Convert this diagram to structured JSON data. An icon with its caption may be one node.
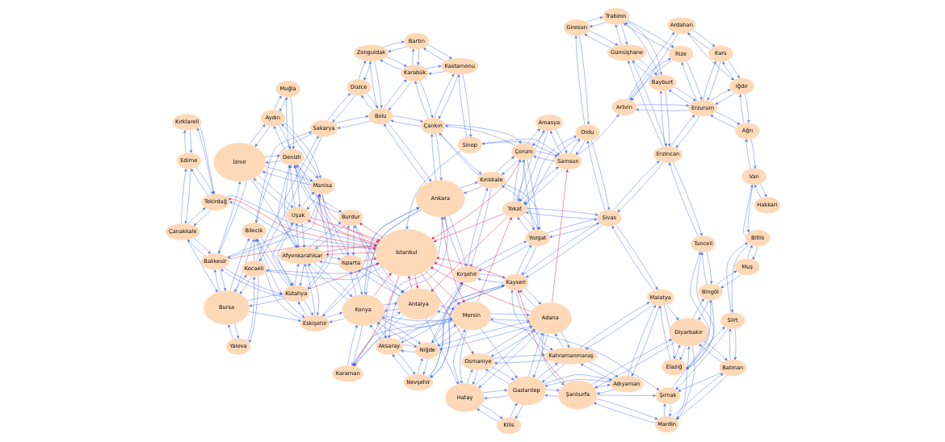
{
  "diagram": {
    "nodes": [
      {
        "text": [
          "Edirne"
        ]
      },
      {
        "text": [
          "Kırklareli"
        ]
      },
      {
        "text": [
          "Tekirdağ"
        ]
      },
      {
        "text": [
          "İstanbul"
        ]
      },
      {
        "text": [
          "Kocaeli"
        ]
      },
      {
        "text": [
          "Yalova"
        ]
      },
      {
        "text": [
          "Sakarya"
        ]
      },
      {
        "text": [
          "Bursa"
        ]
      },
      {
        "text": [
          "Çanakkale"
        ]
      },
      {
        "text": [
          "Balıkesir"
        ]
      },
      {
        "text": [
          "Bilecik"
        ]
      },
      {
        "text": [
          "Eskişehir"
        ]
      },
      {
        "text": [
          "Kütahya"
        ]
      },
      {
        "text": [
          "Zonguldak"
        ]
      },
      {
        "text": [
          "Bartın"
        ]
      },
      {
        "text": [
          "Karabük"
        ]
      },
      {
        "text": [
          "Kastamonu"
        ]
      },
      {
        "text": [
          "Düzce"
        ]
      },
      {
        "text": [
          "Bolu"
        ]
      },
      {
        "text": [
          "Çankırı"
        ]
      },
      {
        "text": [
          "Sinop"
        ]
      },
      {
        "text": [
          "Samsun"
        ]
      },
      {
        "text": [
          "Amasya"
        ]
      },
      {
        "text": [
          "Çorum"
        ]
      },
      {
        "text": [
          "Tokat"
        ]
      },
      {
        "text": [
          "Ordu"
        ]
      },
      {
        "text": [
          "Giresun"
        ]
      },
      {
        "text": [
          "Trabzon"
        ]
      },
      {
        "text": [
          "Rize"
        ]
      },
      {
        "text": [
          "Artvin"
        ]
      },
      {
        "text": [
          "Ardahan"
        ]
      },
      {
        "text": [
          "Kars"
        ]
      },
      {
        "text": [
          "Iğdır"
        ]
      },
      {
        "text": [
          "Gümüşhane"
        ]
      },
      {
        "text": [
          "Bayburt"
        ]
      },
      {
        "text": [
          "Erzurum"
        ]
      },
      {
        "text": [
          "Erzincan"
        ]
      },
      {
        "text": [
          "Ağrı"
        ]
      },
      {
        "text": [
          "Ankara"
        ]
      },
      {
        "text": [
          "Kırıkkale"
        ]
      },
      {
        "text": [
          "Yozgat"
        ]
      },
      {
        "text": [
          "Sivas"
        ]
      },
      {
        "text": [
          "Kırşehir"
        ]
      },
      {
        "text": [
          "Tunceli"
        ]
      },
      {
        "text": [
          "Bingöl"
        ]
      },
      {
        "text": [
          "Muş"
        ]
      },
      {
        "text": [
          "Elazığ"
        ]
      },
      {
        "text": [
          "Malatya"
        ]
      },
      {
        "text": [
          "Bitlis"
        ]
      },
      {
        "text": [
          "Van"
        ]
      },
      {
        "text": [
          "Manisa"
        ]
      },
      {
        "text": [
          "İzmir"
        ]
      },
      {
        "text": [
          "Uşak"
        ]
      },
      {
        "text": [
          "Afyonkarahisar"
        ]
      },
      {
        "text": [
          "Aydın"
        ]
      },
      {
        "text": [
          "Denizli"
        ]
      },
      {
        "text": [
          "Muğla"
        ]
      },
      {
        "text": [
          "Isparta"
        ]
      },
      {
        "text": [
          "Burdur"
        ]
      },
      {
        "text": [
          "Antalya"
        ]
      },
      {
        "text": [
          "Konya"
        ]
      },
      {
        "text": [
          "Karaman"
        ]
      },
      {
        "text": [
          "Nevşehir"
        ]
      },
      {
        "text": [
          "Kayseri"
        ]
      },
      {
        "text": [
          "Aksaray"
        ]
      },
      {
        "text": [
          "Niğde"
        ]
      },
      {
        "text": [
          "Mersin"
        ]
      },
      {
        "text": [
          "Adana"
        ]
      },
      {
        "text": [
          "Osmaniye"
        ]
      },
      {
        "text": [
          "Hatay"
        ]
      },
      {
        "text": [
          "Kahramanmaraş"
        ]
      },
      {
        "text": [
          "Gaziantep"
        ]
      },
      {
        "text": [
          "Kilis"
        ]
      },
      {
        "text": [
          "Adıyaman"
        ]
      },
      {
        "text": [
          "Şanlıurfa"
        ]
      },
      {
        "text": [
          "Diyarbakır"
        ]
      },
      {
        "text": [
          "Batman"
        ]
      },
      {
        "text": [
          "Siirt"
        ]
      },
      {
        "text": [
          "Mardin"
        ]
      },
      {
        "text": [
          "Şırnak"
        ]
      },
      {
        "text": [
          "Hakkari"
        ]
      }
    ],
    "edges": [
      {
        "from": 0,
        "to": 1,
        "arrow": "to"
      },
      {
        "from": 1,
        "to": 0,
        "arrow": "to"
      },
      {
        "from": 0,
        "to": 2,
        "arrow": "to"
      },
      {
        "from": 2,
        "to": 0,
        "arrow": "to"
      },
      {
        "from": 0,
        "to": 8,
        "arrow": "to"
      },
      {
        "from": 8,
        "to": 0,
        "arrow": "to"
      },
      {
        "from": 1,
        "to": 2,
        "arrow": "to"
      },
      {
        "from": 2,
        "to": 1,
        "arrow": "to"
      },
      {
        "from": 2,
        "to": 8,
        "arrow": "to"
      },
      {
        "from": 8,
        "to": 2,
        "arrow": "to"
      },
      {
        "from": 2,
        "to": 3,
        "arrow": "to"
      },
      {
        "from": 3,
        "to": 2,
        "arrow": "to"
      },
      {
        "from": 8,
        "to": 9,
        "arrow": "to"
      },
      {
        "from": 9,
        "to": 8,
        "arrow": "to"
      },
      {
        "from": 8,
        "to": 7,
        "arrow": "to"
      },
      {
        "from": 9,
        "to": 7,
        "arrow": "to"
      },
      {
        "from": 7,
        "to": 9,
        "arrow": "to"
      },
      {
        "from": 9,
        "to": 51,
        "arrow": "to"
      },
      {
        "from": 51,
        "to": 9,
        "arrow": "to"
      },
      {
        "from": 9,
        "to": 50,
        "arrow": "to"
      },
      {
        "from": 50,
        "to": 9,
        "arrow": "to"
      },
      {
        "from": 9,
        "to": 12,
        "arrow": "to"
      },
      {
        "from": 12,
        "to": 9,
        "arrow": "to"
      },
      {
        "from": 20,
        "to": 3,
        "arrow": "to"
      },
      {
        "from": 3,
        "to": 4,
        "arrow": "to"
      },
      {
        "from": 4,
        "to": 3,
        "arrow": "to"
      },
      {
        "from": 4,
        "to": 5,
        "arrow": "to"
      },
      {
        "from": 5,
        "to": 4,
        "arrow": "to"
      },
      {
        "from": 4,
        "to": 6,
        "arrow": "to"
      },
      {
        "from": 6,
        "to": 4,
        "arrow": "to"
      },
      {
        "from": 4,
        "to": 7,
        "arrow": "to"
      },
      {
        "from": 7,
        "to": 4,
        "arrow": "to"
      },
      {
        "from": 4,
        "to": 10,
        "arrow": "to"
      },
      {
        "from": 5,
        "to": 7,
        "arrow": "to"
      },
      {
        "from": 7,
        "to": 5,
        "arrow": "to"
      },
      {
        "from": 6,
        "to": 10,
        "arrow": "to"
      },
      {
        "from": 10,
        "to": 6,
        "arrow": "to"
      },
      {
        "from": 6,
        "to": 17,
        "arrow": "to"
      },
      {
        "from": 17,
        "to": 6,
        "arrow": "to"
      },
      {
        "from": 6,
        "to": 18,
        "arrow": "to"
      },
      {
        "from": 18,
        "to": 6,
        "arrow": "to"
      },
      {
        "from": 7,
        "to": 10,
        "arrow": "to"
      },
      {
        "from": 10,
        "to": 7,
        "arrow": "to"
      },
      {
        "from": 7,
        "to": 12,
        "arrow": "to"
      },
      {
        "from": 12,
        "to": 7,
        "arrow": "to"
      },
      {
        "from": 7,
        "to": 11,
        "arrow": "to"
      },
      {
        "from": 10,
        "to": 11,
        "arrow": "to"
      },
      {
        "from": 11,
        "to": 10,
        "arrow": "to"
      },
      {
        "from": 10,
        "to": 12,
        "arrow": "to"
      },
      {
        "from": 12,
        "to": 10,
        "arrow": "to"
      },
      {
        "from": 11,
        "to": 12,
        "arrow": "to"
      },
      {
        "from": 12,
        "to": 11,
        "arrow": "to"
      },
      {
        "from": 11,
        "to": 53,
        "arrow": "to"
      },
      {
        "from": 53,
        "to": 11,
        "arrow": "to"
      },
      {
        "from": 11,
        "to": 60,
        "arrow": "to"
      },
      {
        "from": 60,
        "to": 11,
        "arrow": "to"
      },
      {
        "from": 11,
        "to": 38,
        "arrow": "to"
      },
      {
        "from": 38,
        "to": 11,
        "arrow": "to"
      },
      {
        "from": 12,
        "to": 53,
        "arrow": "to"
      },
      {
        "from": 53,
        "to": 12,
        "arrow": "to"
      },
      {
        "from": 12,
        "to": 52,
        "arrow": "to"
      },
      {
        "from": 52,
        "to": 12,
        "arrow": "to"
      },
      {
        "from": 12,
        "to": 50,
        "arrow": "to"
      },
      {
        "from": 50,
        "to": 12,
        "arrow": "to"
      },
      {
        "from": 13,
        "to": 14,
        "arrow": "to"
      },
      {
        "from": 14,
        "to": 13,
        "arrow": "to"
      },
      {
        "from": 13,
        "to": 15,
        "arrow": "to"
      },
      {
        "from": 15,
        "to": 13,
        "arrow": "to"
      },
      {
        "from": 13,
        "to": 17,
        "arrow": "to"
      },
      {
        "from": 17,
        "to": 13,
        "arrow": "to"
      },
      {
        "from": 13,
        "to": 18,
        "arrow": "to"
      },
      {
        "from": 18,
        "to": 13,
        "arrow": "to"
      },
      {
        "from": 14,
        "to": 15,
        "arrow": "to"
      },
      {
        "from": 15,
        "to": 14,
        "arrow": "to"
      },
      {
        "from": 14,
        "to": 16,
        "arrow": "to"
      },
      {
        "from": 16,
        "to": 14,
        "arrow": "to"
      },
      {
        "from": 15,
        "to": 16,
        "arrow": "to"
      },
      {
        "from": 16,
        "to": 15,
        "arrow": "to"
      },
      {
        "from": 15,
        "to": 18,
        "arrow": "to"
      },
      {
        "from": 18,
        "to": 15,
        "arrow": "to"
      },
      {
        "from": 15,
        "to": 19,
        "arrow": "to"
      },
      {
        "from": 19,
        "to": 15,
        "arrow": "to"
      },
      {
        "from": 16,
        "to": 19,
        "arrow": "to"
      },
      {
        "from": 19,
        "to": 16,
        "arrow": "to"
      },
      {
        "from": 16,
        "to": 20,
        "arrow": "to"
      },
      {
        "from": 20,
        "to": 16,
        "arrow": "to"
      },
      {
        "from": 17,
        "to": 18,
        "arrow": "to"
      },
      {
        "from": 18,
        "to": 17,
        "arrow": "to"
      },
      {
        "from": 18,
        "to": 19,
        "arrow": "to"
      },
      {
        "from": 19,
        "to": 18,
        "arrow": "to"
      },
      {
        "from": 18,
        "to": 38,
        "arrow": "to"
      },
      {
        "from": 38,
        "to": 18,
        "arrow": "to"
      },
      {
        "from": 19,
        "to": 38,
        "arrow": "to"
      },
      {
        "from": 38,
        "to": 19,
        "arrow": "to"
      },
      {
        "from": 19,
        "to": 39,
        "arrow": "to"
      },
      {
        "from": 39,
        "to": 19,
        "arrow": "to"
      },
      {
        "from": 19,
        "to": 23,
        "arrow": "to"
      },
      {
        "from": 23,
        "to": 19,
        "arrow": "to"
      },
      {
        "from": 20,
        "to": 21,
        "arrow": "to"
      },
      {
        "from": 21,
        "to": 20,
        "arrow": "to"
      },
      {
        "from": 21,
        "to": 22,
        "arrow": "to"
      },
      {
        "from": 22,
        "to": 21,
        "arrow": "to"
      },
      {
        "from": 21,
        "to": 23,
        "arrow": "to"
      },
      {
        "from": 23,
        "to": 21,
        "arrow": "to"
      },
      {
        "from": 21,
        "to": 24,
        "arrow": "to"
      },
      {
        "from": 24,
        "to": 21,
        "arrow": "to"
      },
      {
        "from": 21,
        "to": 25,
        "arrow": "to"
      },
      {
        "from": 25,
        "to": 21,
        "arrow": "to"
      },
      {
        "from": 21,
        "to": 29,
        "arrow": "to"
      },
      {
        "from": 22,
        "to": 23,
        "arrow": "to"
      },
      {
        "from": 23,
        "to": 22,
        "arrow": "to"
      },
      {
        "from": 22,
        "to": 24,
        "arrow": "to"
      },
      {
        "from": 24,
        "to": 22,
        "arrow": "to"
      },
      {
        "from": 23,
        "to": 24,
        "arrow": "to"
      },
      {
        "from": 24,
        "to": 23,
        "arrow": "to"
      },
      {
        "from": 23,
        "to": 39,
        "arrow": "to"
      },
      {
        "from": 39,
        "to": 23,
        "arrow": "to"
      },
      {
        "from": 23,
        "to": 40,
        "arrow": "to"
      },
      {
        "from": 40,
        "to": 23,
        "arrow": "to"
      },
      {
        "from": 24,
        "to": 40,
        "arrow": "to"
      },
      {
        "from": 40,
        "to": 24,
        "arrow": "to"
      },
      {
        "from": 24,
        "to": 41,
        "arrow": "to"
      },
      {
        "from": 41,
        "to": 24,
        "arrow": "to"
      },
      {
        "from": 24,
        "to": 25,
        "arrow": "to"
      },
      {
        "from": 25,
        "to": 24,
        "arrow": "to"
      },
      {
        "from": 25,
        "to": 26,
        "arrow": "to"
      },
      {
        "from": 26,
        "to": 25,
        "arrow": "to"
      },
      {
        "from": 25,
        "to": 41,
        "arrow": "to"
      },
      {
        "from": 41,
        "to": 25,
        "arrow": "to"
      },
      {
        "from": 26,
        "to": 27,
        "arrow": "to"
      },
      {
        "from": 27,
        "to": 26,
        "arrow": "to"
      },
      {
        "from": 26,
        "to": 33,
        "arrow": "to"
      },
      {
        "from": 33,
        "to": 26,
        "arrow": "to"
      },
      {
        "from": 27,
        "to": 28,
        "arrow": "to"
      },
      {
        "from": 28,
        "to": 27,
        "arrow": "to"
      },
      {
        "from": 27,
        "to": 33,
        "arrow": "to"
      },
      {
        "from": 33,
        "to": 27,
        "arrow": "to"
      },
      {
        "from": 27,
        "to": 34,
        "arrow": "to"
      },
      {
        "from": 34,
        "to": 27,
        "arrow": "to"
      },
      {
        "from": 28,
        "to": 29,
        "arrow": "to"
      },
      {
        "from": 29,
        "to": 28,
        "arrow": "to"
      },
      {
        "from": 28,
        "to": 35,
        "arrow": "to"
      },
      {
        "from": 35,
        "to": 28,
        "arrow": "to"
      },
      {
        "from": 29,
        "to": 30,
        "arrow": "to"
      },
      {
        "from": 30,
        "to": 29,
        "arrow": "to"
      },
      {
        "from": 29,
        "to": 35,
        "arrow": "to"
      },
      {
        "from": 35,
        "to": 29,
        "arrow": "to"
      },
      {
        "from": 30,
        "to": 31,
        "arrow": "to"
      },
      {
        "from": 31,
        "to": 30,
        "arrow": "to"
      },
      {
        "from": 30,
        "to": 32,
        "arrow": "to"
      },
      {
        "from": 31,
        "to": 32,
        "arrow": "to"
      },
      {
        "from": 32,
        "to": 31,
        "arrow": "to"
      },
      {
        "from": 31,
        "to": 35,
        "arrow": "to"
      },
      {
        "from": 35,
        "to": 31,
        "arrow": "to"
      },
      {
        "from": 32,
        "to": 37,
        "arrow": "to"
      },
      {
        "from": 37,
        "to": 32,
        "arrow": "to"
      },
      {
        "from": 32,
        "to": 35,
        "arrow": "to"
      },
      {
        "from": 35,
        "to": 32,
        "arrow": "to"
      },
      {
        "from": 33,
        "to": 34,
        "arrow": "to"
      },
      {
        "from": 34,
        "to": 33,
        "arrow": "to"
      },
      {
        "from": 33,
        "to": 36,
        "arrow": "to"
      },
      {
        "from": 36,
        "to": 33,
        "arrow": "to"
      },
      {
        "from": 34,
        "to": 35,
        "arrow": "to"
      },
      {
        "from": 35,
        "to": 34,
        "arrow": "to"
      },
      {
        "from": 34,
        "to": 36,
        "arrow": "to"
      },
      {
        "from": 36,
        "to": 34,
        "arrow": "to"
      },
      {
        "from": 35,
        "to": 36,
        "arrow": "to"
      },
      {
        "from": 36,
        "to": 35,
        "arrow": "to"
      },
      {
        "from": 35,
        "to": 37,
        "arrow": "to"
      },
      {
        "from": 37,
        "to": 35,
        "arrow": "to"
      },
      {
        "from": 36,
        "to": 41,
        "arrow": "to"
      },
      {
        "from": 41,
        "to": 36,
        "arrow": "to"
      },
      {
        "from": 36,
        "to": 43,
        "arrow": "to"
      },
      {
        "from": 43,
        "to": 36,
        "arrow": "to"
      },
      {
        "from": 37,
        "to": 49,
        "arrow": "to"
      },
      {
        "from": 49,
        "to": 37,
        "arrow": "to"
      },
      {
        "from": 38,
        "to": 39,
        "arrow": "to"
      },
      {
        "from": 39,
        "to": 38,
        "arrow": "to"
      },
      {
        "from": 38,
        "to": 42,
        "arrow": "to"
      },
      {
        "from": 42,
        "to": 38,
        "arrow": "to"
      },
      {
        "from": 38,
        "to": 60,
        "arrow": "to"
      },
      {
        "from": 60,
        "to": 38,
        "arrow": "to"
      },
      {
        "from": 38,
        "to": 64,
        "arrow": "to"
      },
      {
        "from": 64,
        "to": 38,
        "arrow": "to"
      },
      {
        "from": 39,
        "to": 40,
        "arrow": "to"
      },
      {
        "from": 40,
        "to": 39,
        "arrow": "to"
      },
      {
        "from": 39,
        "to": 42,
        "arrow": "to"
      },
      {
        "from": 42,
        "to": 39,
        "arrow": "to"
      },
      {
        "from": 40,
        "to": 42,
        "arrow": "to"
      },
      {
        "from": 42,
        "to": 40,
        "arrow": "to"
      },
      {
        "from": 40,
        "to": 41,
        "arrow": "to"
      },
      {
        "from": 41,
        "to": 40,
        "arrow": "to"
      },
      {
        "from": 40,
        "to": 63,
        "arrow": "to"
      },
      {
        "from": 63,
        "to": 40,
        "arrow": "to"
      },
      {
        "from": 41,
        "to": 63,
        "arrow": "to"
      },
      {
        "from": 63,
        "to": 41,
        "arrow": "to"
      },
      {
        "from": 41,
        "to": 47,
        "arrow": "to"
      },
      {
        "from": 47,
        "to": 41,
        "arrow": "to"
      },
      {
        "from": 42,
        "to": 62,
        "arrow": "to"
      },
      {
        "from": 62,
        "to": 42,
        "arrow": "to"
      },
      {
        "from": 42,
        "to": 63,
        "arrow": "to"
      },
      {
        "from": 63,
        "to": 42,
        "arrow": "to"
      },
      {
        "from": 42,
        "to": 64,
        "arrow": "to"
      },
      {
        "from": 64,
        "to": 42,
        "arrow": "to"
      },
      {
        "from": 43,
        "to": 46,
        "arrow": "to"
      },
      {
        "from": 46,
        "to": 43,
        "arrow": "to"
      },
      {
        "from": 43,
        "to": 44,
        "arrow": "to"
      },
      {
        "from": 44,
        "to": 43,
        "arrow": "to"
      },
      {
        "from": 44,
        "to": 46,
        "arrow": "to"
      },
      {
        "from": 46,
        "to": 44,
        "arrow": "to"
      },
      {
        "from": 44,
        "to": 45,
        "arrow": "to"
      },
      {
        "from": 45,
        "to": 44,
        "arrow": "to"
      },
      {
        "from": 44,
        "to": 75,
        "arrow": "to"
      },
      {
        "from": 75,
        "to": 44,
        "arrow": "to"
      },
      {
        "from": 45,
        "to": 48,
        "arrow": "to"
      },
      {
        "from": 48,
        "to": 45,
        "arrow": "to"
      },
      {
        "from": 46,
        "to": 47,
        "arrow": "to"
      },
      {
        "from": 47,
        "to": 46,
        "arrow": "to"
      },
      {
        "from": 46,
        "to": 75,
        "arrow": "to"
      },
      {
        "from": 75,
        "to": 46,
        "arrow": "to"
      },
      {
        "from": 47,
        "to": 73,
        "arrow": "to"
      },
      {
        "from": 73,
        "to": 47,
        "arrow": "to"
      },
      {
        "from": 47,
        "to": 70,
        "arrow": "to"
      },
      {
        "from": 70,
        "to": 47,
        "arrow": "to"
      },
      {
        "from": 47,
        "to": 75,
        "arrow": "to"
      },
      {
        "from": 48,
        "to": 49,
        "arrow": "to"
      },
      {
        "from": 49,
        "to": 48,
        "arrow": "to"
      },
      {
        "from": 48,
        "to": 77,
        "arrow": "to"
      },
      {
        "from": 77,
        "to": 48,
        "arrow": "to"
      },
      {
        "from": 49,
        "to": 80,
        "arrow": "to"
      },
      {
        "from": 80,
        "to": 49,
        "arrow": "to"
      },
      {
        "from": 50,
        "to": 51,
        "arrow": "to"
      },
      {
        "from": 51,
        "to": 50,
        "arrow": "to"
      },
      {
        "from": 50,
        "to": 52,
        "arrow": "to"
      },
      {
        "from": 52,
        "to": 50,
        "arrow": "to"
      },
      {
        "from": 50,
        "to": 54,
        "arrow": "to"
      },
      {
        "from": 54,
        "to": 50,
        "arrow": "to"
      },
      {
        "from": 50,
        "to": 55,
        "arrow": "to"
      },
      {
        "from": 55,
        "to": 50,
        "arrow": "to"
      },
      {
        "from": 51,
        "to": 54,
        "arrow": "to"
      },
      {
        "from": 54,
        "to": 51,
        "arrow": "to"
      },
      {
        "from": 51,
        "to": 55,
        "arrow": "to"
      },
      {
        "from": 55,
        "to": 51,
        "arrow": "to"
      },
      {
        "from": 51,
        "to": 52,
        "arrow": "to"
      },
      {
        "from": 52,
        "to": 51,
        "arrow": "to"
      },
      {
        "from": 51,
        "to": 53,
        "arrow": "to"
      },
      {
        "from": 52,
        "to": 55,
        "arrow": "to"
      },
      {
        "from": 55,
        "to": 52,
        "arrow": "to"
      },
      {
        "from": 52,
        "to": 53,
        "arrow": "to"
      },
      {
        "from": 53,
        "to": 52,
        "arrow": "to"
      },
      {
        "from": 53,
        "to": 55,
        "arrow": "to"
      },
      {
        "from": 55,
        "to": 53,
        "arrow": "to"
      },
      {
        "from": 53,
        "to": 57,
        "arrow": "to"
      },
      {
        "from": 57,
        "to": 53,
        "arrow": "to"
      },
      {
        "from": 53,
        "to": 58,
        "arrow": "to"
      },
      {
        "from": 58,
        "to": 53,
        "arrow": "to"
      },
      {
        "from": 53,
        "to": 60,
        "arrow": "to"
      },
      {
        "from": 60,
        "to": 53,
        "arrow": "to"
      },
      {
        "from": 54,
        "to": 55,
        "arrow": "to"
      },
      {
        "from": 55,
        "to": 54,
        "arrow": "to"
      },
      {
        "from": 54,
        "to": 56,
        "arrow": "to"
      },
      {
        "from": 56,
        "to": 54,
        "arrow": "to"
      },
      {
        "from": 55,
        "to": 56,
        "arrow": "to"
      },
      {
        "from": 56,
        "to": 55,
        "arrow": "to"
      },
      {
        "from": 55,
        "to": 58,
        "arrow": "to"
      },
      {
        "from": 58,
        "to": 55,
        "arrow": "to"
      },
      {
        "from": 55,
        "to": 57,
        "arrow": "to"
      },
      {
        "from": 57,
        "to": 55,
        "arrow": "to"
      },
      {
        "from": 57,
        "to": 58,
        "arrow": "to"
      },
      {
        "from": 58,
        "to": 57,
        "arrow": "to"
      },
      {
        "from": 57,
        "to": 59,
        "arrow": "to"
      },
      {
        "from": 59,
        "to": 57,
        "arrow": "to"
      },
      {
        "from": 57,
        "to": 60,
        "arrow": "to"
      },
      {
        "from": 60,
        "to": 57,
        "arrow": "to"
      },
      {
        "from": 58,
        "to": 59,
        "arrow": "to"
      },
      {
        "from": 59,
        "to": 58,
        "arrow": "to"
      },
      {
        "from": 59,
        "to": 60,
        "arrow": "to"
      },
      {
        "from": 60,
        "to": 59,
        "arrow": "to"
      },
      {
        "from": 59,
        "to": 61,
        "arrow": "to"
      },
      {
        "from": 61,
        "to": 59,
        "arrow": "to"
      },
      {
        "from": 59,
        "to": 66,
        "arrow": "to"
      },
      {
        "from": 66,
        "to": 59,
        "arrow": "to"
      },
      {
        "from": 59,
        "to": 69,
        "arrow": "to"
      },
      {
        "from": 60,
        "to": 61,
        "arrow": "to"
      },
      {
        "from": 61,
        "to": 60,
        "arrow": "to"
      },
      {
        "from": 60,
        "to": 64,
        "arrow": "to"
      },
      {
        "from": 64,
        "to": 60,
        "arrow": "to"
      },
      {
        "from": 60,
        "to": 65,
        "arrow": "to"
      },
      {
        "from": 65,
        "to": 60,
        "arrow": "to"
      },
      {
        "from": 60,
        "to": 66,
        "arrow": "to"
      },
      {
        "from": 66,
        "to": 60,
        "arrow": "to"
      },
      {
        "from": 61,
        "to": 66,
        "arrow": "to"
      },
      {
        "from": 66,
        "to": 61,
        "arrow": "to"
      },
      {
        "from": 62,
        "to": 64,
        "arrow": "to"
      },
      {
        "from": 64,
        "to": 62,
        "arrow": "to"
      },
      {
        "from": 62,
        "to": 65,
        "arrow": "to"
      },
      {
        "from": 65,
        "to": 62,
        "arrow": "to"
      },
      {
        "from": 62,
        "to": 63,
        "arrow": "to"
      },
      {
        "from": 63,
        "to": 62,
        "arrow": "to"
      },
      {
        "from": 63,
        "to": 65,
        "arrow": "to"
      },
      {
        "from": 65,
        "to": 63,
        "arrow": "to"
      },
      {
        "from": 63,
        "to": 67,
        "arrow": "to"
      },
      {
        "from": 67,
        "to": 63,
        "arrow": "to"
      },
      {
        "from": 63,
        "to": 70,
        "arrow": "to"
      },
      {
        "from": 70,
        "to": 63,
        "arrow": "to"
      },
      {
        "from": 64,
        "to": 65,
        "arrow": "to"
      },
      {
        "from": 65,
        "to": 64,
        "arrow": "to"
      },
      {
        "from": 65,
        "to": 66,
        "arrow": "to"
      },
      {
        "from": 66,
        "to": 65,
        "arrow": "to"
      },
      {
        "from": 65,
        "to": 67,
        "arrow": "to"
      },
      {
        "from": 67,
        "to": 65,
        "arrow": "to"
      },
      {
        "from": 66,
        "to": 67,
        "arrow": "to"
      },
      {
        "from": 67,
        "to": 66,
        "arrow": "to"
      },
      {
        "from": 66,
        "to": 69,
        "arrow": "to"
      },
      {
        "from": 69,
        "to": 66,
        "arrow": "to"
      },
      {
        "from": 66,
        "to": 71,
        "arrow": "to"
      },
      {
        "from": 66,
        "to": 79,
        "arrow": "to"
      },
      {
        "from": 67,
        "to": 68,
        "arrow": "to"
      },
      {
        "from": 68,
        "to": 67,
        "arrow": "to"
      },
      {
        "from": 67,
        "to": 69,
        "arrow": "to"
      },
      {
        "from": 69,
        "to": 67,
        "arrow": "to"
      },
      {
        "from": 67,
        "to": 70,
        "arrow": "to"
      },
      {
        "from": 70,
        "to": 67,
        "arrow": "to"
      },
      {
        "from": 67,
        "to": 71,
        "arrow": "to"
      },
      {
        "from": 71,
        "to": 67,
        "arrow": "to"
      },
      {
        "from": 67,
        "to": 74,
        "arrow": "to"
      },
      {
        "from": 68,
        "to": 69,
        "arrow": "to"
      },
      {
        "from": 69,
        "to": 68,
        "arrow": "to"
      },
      {
        "from": 68,
        "to": 70,
        "arrow": "to"
      },
      {
        "from": 70,
        "to": 68,
        "arrow": "to"
      },
      {
        "from": 68,
        "to": 71,
        "arrow": "to"
      },
      {
        "from": 71,
        "to": 68,
        "arrow": "to"
      },
      {
        "from": 69,
        "to": 71,
        "arrow": "to"
      },
      {
        "from": 71,
        "to": 69,
        "arrow": "to"
      },
      {
        "from": 69,
        "to": 72,
        "arrow": "to"
      },
      {
        "from": 72,
        "to": 69,
        "arrow": "to"
      },
      {
        "from": 70,
        "to": 71,
        "arrow": "to"
      },
      {
        "from": 71,
        "to": 70,
        "arrow": "to"
      },
      {
        "from": 70,
        "to": 73,
        "arrow": "to"
      },
      {
        "from": 73,
        "to": 70,
        "arrow": "to"
      },
      {
        "from": 71,
        "to": 72,
        "arrow": "to"
      },
      {
        "from": 72,
        "to": 71,
        "arrow": "to"
      },
      {
        "from": 71,
        "to": 73,
        "arrow": "to"
      },
      {
        "from": 73,
        "to": 71,
        "arrow": "to"
      },
      {
        "from": 71,
        "to": 74,
        "arrow": "to"
      },
      {
        "from": 74,
        "to": 71,
        "arrow": "to"
      },
      {
        "from": 73,
        "to": 74,
        "arrow": "to"
      },
      {
        "from": 74,
        "to": 73,
        "arrow": "to"
      },
      {
        "from": 74,
        "to": 75,
        "arrow": "to"
      },
      {
        "from": 75,
        "to": 74,
        "arrow": "to"
      },
      {
        "from": 74,
        "to": 78,
        "arrow": "to"
      },
      {
        "from": 78,
        "to": 74,
        "arrow": "to"
      },
      {
        "from": 74,
        "to": 79,
        "arrow": "to"
      },
      {
        "from": 75,
        "to": 76,
        "arrow": "to"
      },
      {
        "from": 76,
        "to": 75,
        "arrow": "to"
      },
      {
        "from": 75,
        "to": 78,
        "arrow": "to"
      },
      {
        "from": 78,
        "to": 75,
        "arrow": "to"
      },
      {
        "from": 76,
        "to": 77,
        "arrow": "to"
      },
      {
        "from": 77,
        "to": 76,
        "arrow": "to"
      },
      {
        "from": 76,
        "to": 78,
        "arrow": "to"
      },
      {
        "from": 78,
        "to": 76,
        "arrow": "to"
      },
      {
        "from": 77,
        "to": 79,
        "arrow": "to"
      },
      {
        "from": 79,
        "to": 77,
        "arrow": "to"
      },
      {
        "from": 78,
        "to": 79,
        "arrow": "to"
      },
      {
        "from": 79,
        "to": 78,
        "arrow": "to"
      },
      {
        "from": 76,
        "to": 79,
        "arrow": "to"
      },
      {
        "from": 50,
        "to": 3,
        "arrow": "to",
        "color": "#dc143c"
      },
      {
        "from": 3,
        "to": 50,
        "arrow": "to",
        "color": "#dc143c"
      },
      {
        "from": 9,
        "to": 3,
        "arrow": "to",
        "color": "#dc143c"
      },
      {
        "from": 3,
        "to": 2,
        "arrow": "to",
        "color": "#dc143c"
      },
      {
        "from": 3,
        "to": 52,
        "arrow": "to",
        "color": "#dc143c"
      },
      {
        "from": 52,
        "to": 3,
        "arrow": "to",
        "color": "#dc143c"
      },
      {
        "from": 3,
        "to": 53,
        "arrow": "to",
        "color": "#dc143c"
      },
      {
        "from": 53,
        "to": 3,
        "arrow": "to",
        "color": "#dc143c"
      },
      {
        "from": 3,
        "to": 58,
        "arrow": "to",
        "color": "#dc143c"
      },
      {
        "from": 57,
        "to": 3,
        "arrow": "to",
        "color": "#dc143c"
      },
      {
        "from": 3,
        "to": 59,
        "arrow": "to",
        "color": "#dc143c"
      },
      {
        "from": 59,
        "to": 3,
        "arrow": "to",
        "color": "#dc143c"
      },
      {
        "from": 60,
        "to": 3,
        "arrow": "to",
        "color": "#dc143c"
      },
      {
        "from": 3,
        "to": 61,
        "arrow": "to",
        "color": "#dc143c"
      },
      {
        "from": 3,
        "to": 66,
        "arrow": "to",
        "color": "#dc143c"
      },
      {
        "from": 67,
        "to": 3,
        "arrow": "to",
        "color": "#dc143c"
      },
      {
        "from": 3,
        "to": 68,
        "arrow": "to",
        "color": "#dc143c"
      },
      {
        "from": 63,
        "to": 3,
        "arrow": "to",
        "color": "#dc143c"
      },
      {
        "from": 42,
        "to": 3,
        "arrow": "to",
        "color": "#dc143c"
      },
      {
        "from": 24,
        "to": 3,
        "arrow": "to",
        "color": "#dc143c"
      },
      {
        "from": 23,
        "to": 3,
        "arrow": "to",
        "color": "#dc143c"
      },
      {
        "from": 12,
        "to": 3,
        "arrow": "to",
        "color": "#dc143c"
      },
      {
        "from": 24,
        "to": 59,
        "arrow": "to",
        "color": "#dc143c"
      },
      {
        "from": 67,
        "to": 21,
        "arrow": "to",
        "color": "#dc143c"
      },
      {
        "from": 66,
        "to": 24,
        "arrow": "to",
        "color": "#dc143c"
      },
      {
        "from": 74,
        "to": 63,
        "arrow": "to",
        "color": "#dc143c"
      },
      {
        "from": 38,
        "to": 66,
        "arrow": "to",
        "color": "#dc143c"
      }
    ]
  }
}
